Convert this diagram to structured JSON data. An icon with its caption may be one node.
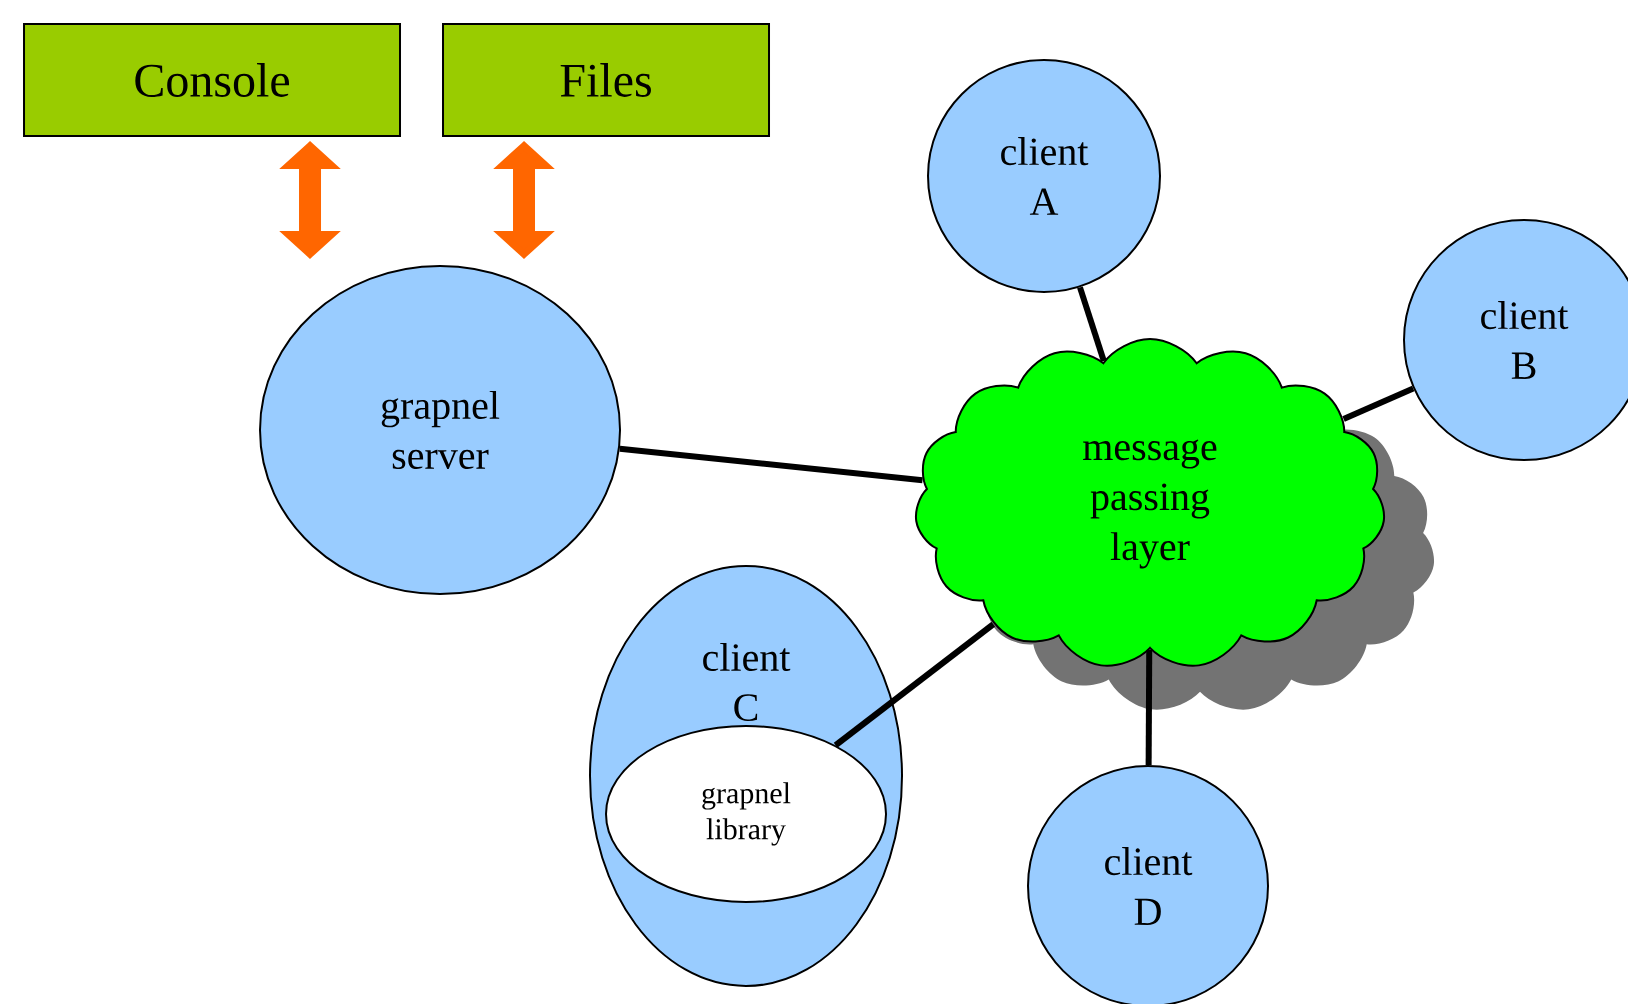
{
  "diagram": {
    "nodes": [
      {
        "text": [
          "Console"
        ]
      },
      {
        "text": [
          "Files"
        ]
      },
      {
        "text": [
          "grapnel server"
        ]
      },
      {
        "text": [
          "client A"
        ]
      },
      {
        "text": [
          "client B"
        ]
      },
      {
        "text": [
          "message passing layer"
        ]
      },
      {
        "text": [
          "client C"
        ]
      },
      {
        "text": [
          "grapnel library"
        ],
        "in": 6
      },
      {
        "text": [
          "client D"
        ]
      }
    ],
    "edges": [
      {
        "from": 0,
        "to": 2,
        "arrow": "both",
        "style": "thick",
        "color": "#ff6600"
      },
      {
        "from": 1,
        "to": 2,
        "arrow": "both",
        "style": "thick",
        "color": "#ff6600"
      },
      {
        "from": 2,
        "to": 5,
        "arrow": "none"
      },
      {
        "from": 3,
        "to": 5,
        "arrow": "none"
      },
      {
        "from": 4,
        "to": 5,
        "arrow": "none"
      },
      {
        "from": 7,
        "to": 5,
        "arrow": "none"
      },
      {
        "from": 8,
        "to": 5,
        "arrow": "none"
      }
    ]
  }
}
